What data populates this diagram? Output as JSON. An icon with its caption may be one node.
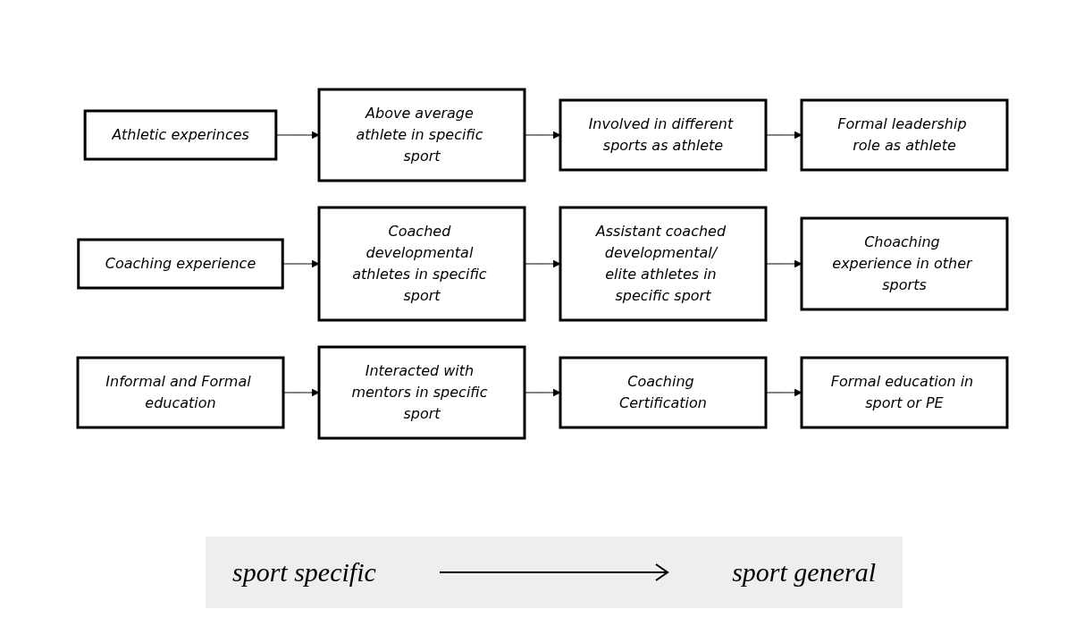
{
  "diagram": {
    "nodes": [
      {
        "text": [
          "Athletic experinces"
        ]
      },
      {
        "text": [
          "Above average athlete in specific sport"
        ]
      },
      {
        "text": [
          "Involved in different sports as athlete"
        ]
      },
      {
        "text": [
          "Formal leadership role as athlete"
        ]
      },
      {
        "text": [
          "Coaching experience"
        ]
      },
      {
        "text": [
          "Coached developmental athletes in specific sport"
        ]
      },
      {
        "text": [
          "Assistant coached developmental/ elite athletes in specific sport"
        ]
      },
      {
        "text": [
          "Choaching experience in other sports"
        ]
      },
      {
        "text": [
          "Informal and Formal education"
        ]
      },
      {
        "text": [
          "Interacted with mentors in specific sport"
        ]
      },
      {
        "text": [
          "Coaching Certification"
        ]
      },
      {
        "text": [
          "Formal education in sport or PE"
        ]
      }
    ],
    "edges": [
      {
        "from": 0,
        "to": 1,
        "arrow": "to"
      },
      {
        "from": 1,
        "to": 2,
        "arrow": "to"
      },
      {
        "from": 2,
        "to": 3,
        "arrow": "to"
      },
      {
        "from": 4,
        "to": 5,
        "arrow": "to"
      },
      {
        "from": 5,
        "to": 6,
        "arrow": "to"
      },
      {
        "from": 6,
        "to": 7,
        "arrow": "to"
      },
      {
        "from": 8,
        "to": 9,
        "arrow": "to"
      },
      {
        "from": 9,
        "to": 10,
        "arrow": "to"
      },
      {
        "from": 10,
        "to": 11,
        "arrow": "to"
      }
    ],
    "labels": [
      "sport specific",
      "sport general"
    ]
  }
}
